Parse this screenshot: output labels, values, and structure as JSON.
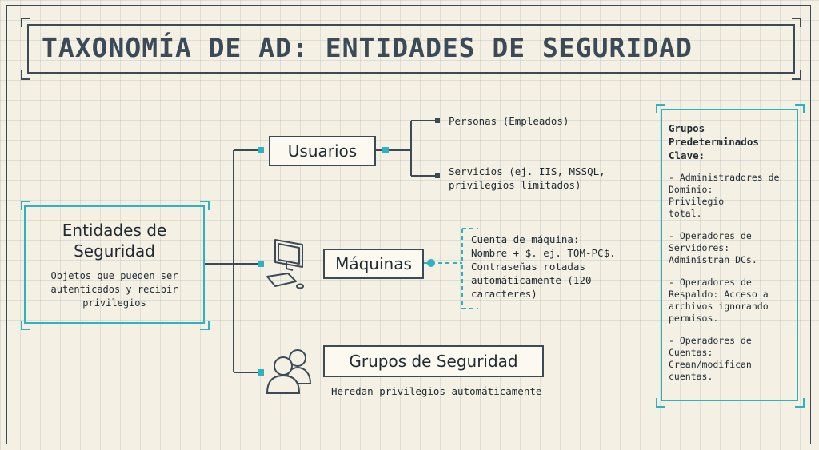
{
  "title": "TAXONOMÍA DE AD: ENTIDADES DE SEGURIDAD",
  "entity": {
    "title_line1": "Entidades de",
    "title_line2": "Seguridad",
    "desc_line1": "Objetos que pueden ser",
    "desc_line2": "autenticados y recibir",
    "desc_line3": "privilegios"
  },
  "usuarios": {
    "label": "Usuarios",
    "personas": "Personas (Empleados)",
    "servicios_line1": "Servicios (ej. IIS, MSSQL,",
    "servicios_line2": "privilegios limitados)"
  },
  "maquinas": {
    "label": "Máquinas",
    "lines": [
      "Cuenta de máquina:",
      "Nombre + $. ej. TOM-PC$.",
      "Contraseñas rotadas",
      "automáticamente (120",
      "caracteres)"
    ]
  },
  "grupos": {
    "label": "Grupos de Seguridad",
    "desc": "Heredan privilegios automáticamente"
  },
  "panel": {
    "title": "Grupos\nPredeterminados\nClave:",
    "items": [
      "- Administradores de\n  Dominio:\n  Privilegio\n  total.",
      "- Operadores de\n  Servidores:\n  Administran DCs.",
      "- Operadores de\n  Respaldo: Acceso a\n  archivos ignorando\n  permisos.",
      "- Operadores de\n  Cuentas:\n  Crean/modifican\n  cuentas."
    ]
  },
  "icons": [
    "computer-icon",
    "users-icon"
  ],
  "colors": {
    "accent": "#2cb3c2",
    "ink": "#3a4a57",
    "background": "#f4f1e4"
  }
}
